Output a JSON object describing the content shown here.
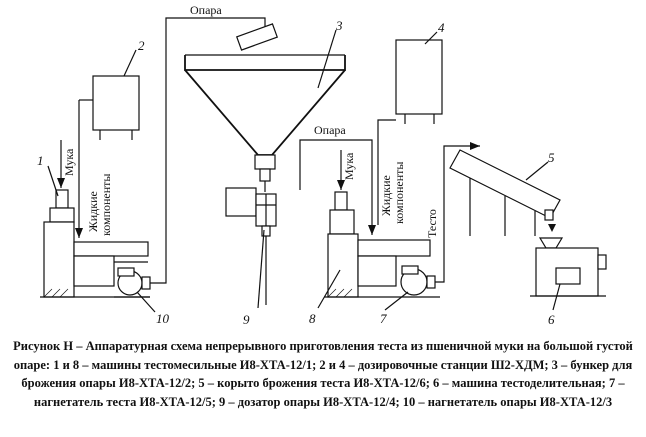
{
  "labels": {
    "opara_top": "Опара",
    "opara_mid": "Опара",
    "muka_left": "Мука",
    "muka_right": "Мука",
    "liquid_left_1": "Жидкие",
    "liquid_left_2": "компоненты",
    "liquid_right_1": "Жидкие",
    "liquid_right_2": "компоненты",
    "testo": "Тесто"
  },
  "numbers": {
    "n1": "1",
    "n2": "2",
    "n3": "3",
    "n4": "4",
    "n5": "5",
    "n6": "6",
    "n7": "7",
    "n8": "8",
    "n9": "9",
    "n10": "10"
  },
  "caption": "Рисунок Н – Аппаратурная схема непрерывного приготовления теста из пшеничной муки на большой густой опаре: 1 и 8 – машины тестомесильные И8-ХТА-12/1; 2 и 4 – дозировочные станции Ш2-ХДМ; 3 – бункер для брожения опары И8-ХТА-12/2; 5 – корыто брожения теста И8-ХТА-12/6; 6 – машина тестоделительная; 7 – нагнетатель теста И8-ХТА-12/5; 9 – дозатор опары И8-ХТА-12/4; 10 – нагнетатель опары И8-ХТА-12/3"
}
